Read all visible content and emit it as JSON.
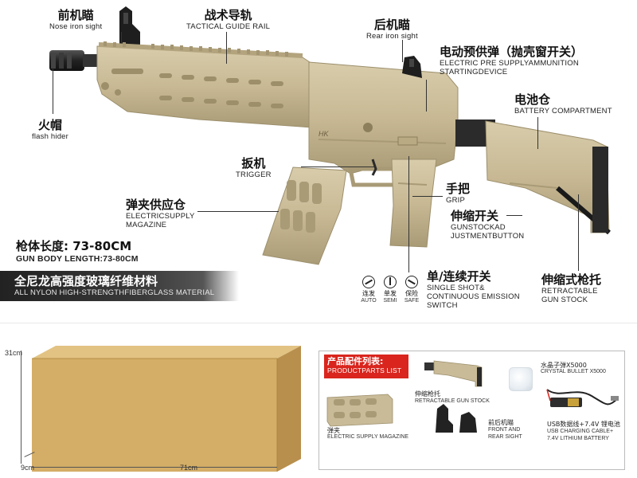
{
  "callouts": {
    "nose_sight": {
      "cn": "前机瞄",
      "en": "Nose iron sight"
    },
    "rail": {
      "cn": "战术导轨",
      "en": "TACTICAL GUIDE RAIL"
    },
    "rear_sight": {
      "cn": "后机瞄",
      "en": "Rear iron sight"
    },
    "feed": {
      "cn": "电动预供弹（抛壳窗开关）",
      "en1": "ELECTRIC PRE SUPPLYAMMUNITION",
      "en2": "STARTINGDEVICE"
    },
    "battery": {
      "cn": "电池仓",
      "en": "BATTERY COMPARTMENT"
    },
    "flash_hider": {
      "cn": "火帽",
      "en": "flash hider"
    },
    "trigger": {
      "cn": "扳机",
      "en": "TRIGGER"
    },
    "grip": {
      "cn": "手把",
      "en": "GRIP"
    },
    "magazine": {
      "cn": "弹夹供应仓",
      "en1": "ELECTRICSUPPLY",
      "en2": "MAGAZINE"
    },
    "stock_button": {
      "cn": "伸缩开关",
      "en1": "GUNSTOCKAD",
      "en2": "JUSTMENTBUTTON"
    },
    "retract_stock": {
      "cn": "伸缩式枪托",
      "en1": "RETRACTABLE",
      "en2": "GUN STOCK"
    },
    "fire_switch": {
      "cn": "单/连续开关",
      "en1": "SINGLE SHOT&",
      "en2": "CONTINUOUS EMISSION",
      "en3": "SWITCH"
    }
  },
  "gun_receiver_mark": "HK",
  "body_length": {
    "cn": "枪体长度: 73-80CM",
    "en": "GUN BODY LENGTH:73-80CM"
  },
  "material": {
    "cn": "全尼龙高强度玻璃纤维材料",
    "en": "ALL NYLON HIGH-STRENGTHFIBERGLASS MATERIAL"
  },
  "fire_modes": [
    {
      "cn": "连发",
      "en": "AUTO"
    },
    {
      "cn": "单发",
      "en": "SEMI"
    },
    {
      "cn": "保险",
      "en": "SAFE"
    }
  ],
  "box": {
    "height_label": "31cm",
    "depth_label": "9cm",
    "length_label": "71cm"
  },
  "parts": {
    "header_cn": "产品配件列表:",
    "header_en": "PRODUCTPARTS LIST",
    "items": [
      {
        "cn": "伸缩枪托",
        "en": "RETRACTABLE GUN STOCK"
      },
      {
        "cn": "水晶子弹X5000",
        "en": "CRYSTAL BULLET X5000"
      },
      {
        "cn": "弹夹",
        "en": "ELECTRIC SUPPLY MAGAZINE"
      },
      {
        "cn": "前后机瞄",
        "en1": "FRONT AND",
        "en2": "REAR SIGHT"
      },
      {
        "cn": "USB数据线+7.4V 锂电池",
        "en1": "USB CHARGING CABLE+",
        "en2": "7.4V LITHIUM BATTERY"
      }
    ]
  },
  "colors": {
    "tan": "#c9bb98",
    "tan_dark": "#a99c78",
    "metal": "#2b2b2b",
    "box": "#d6b16c",
    "red": "#d9251d"
  }
}
